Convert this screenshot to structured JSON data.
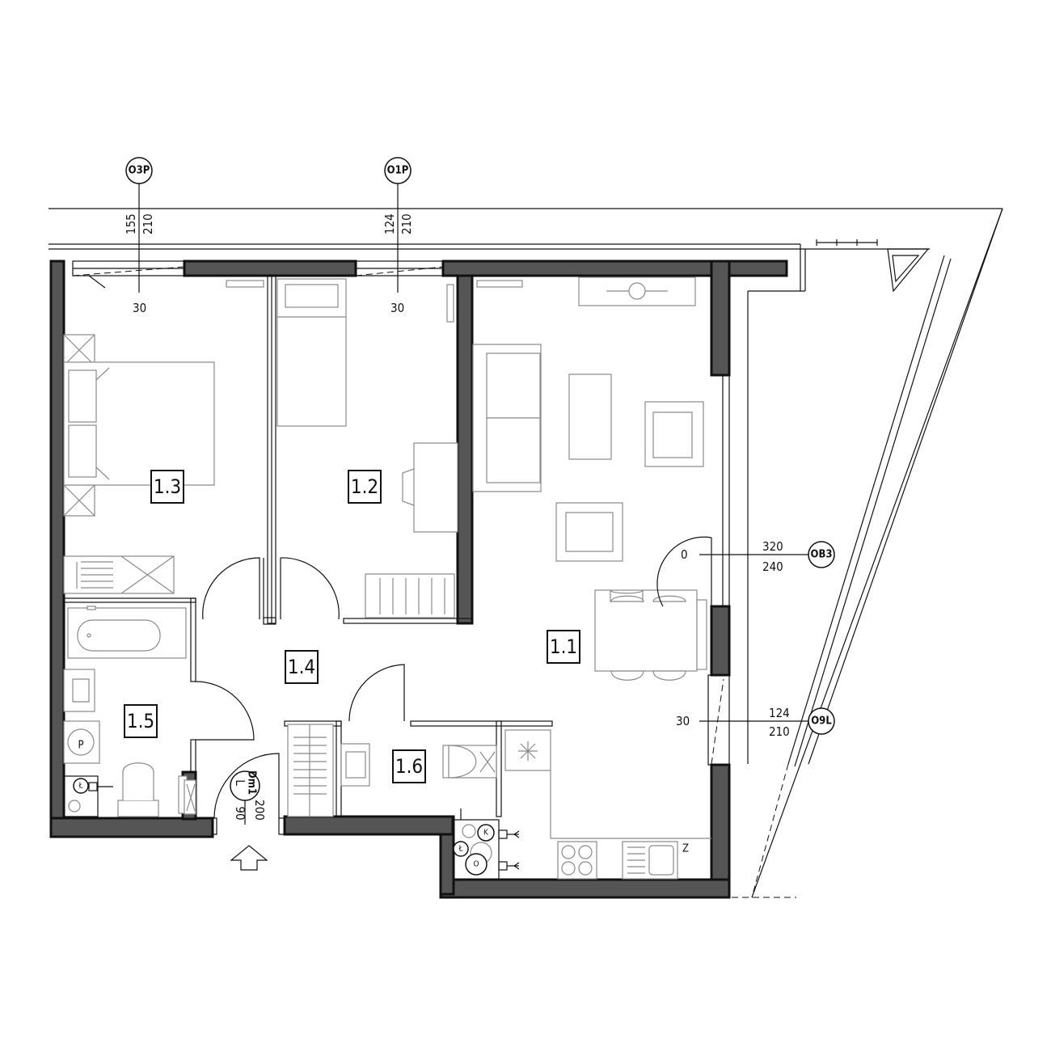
{
  "rooms": [
    {
      "id": "r11",
      "label": "1.1"
    },
    {
      "id": "r12",
      "label": "1.2"
    },
    {
      "id": "r13",
      "label": "1.3"
    },
    {
      "id": "r14",
      "label": "1.4"
    },
    {
      "id": "r15",
      "label": "1.5"
    },
    {
      "id": "r16",
      "label": "1.6"
    }
  ],
  "windows": [
    {
      "tag": "O3P",
      "dim_top": "155",
      "dim_bottom": "210",
      "sill": "30"
    },
    {
      "tag": "O1P",
      "dim_top": "124",
      "dim_bottom": "210",
      "sill": "30"
    },
    {
      "tag": "OB3",
      "dim_top": "320",
      "dim_bottom": "240",
      "sill": "0"
    },
    {
      "tag": "O9L",
      "dim_top": "124",
      "dim_bottom": "210",
      "sill": "30"
    }
  ],
  "entrance_door": {
    "tag": "Dm1",
    "side": "L",
    "width": "90",
    "height": "200"
  },
  "fixtures": {
    "washer_letter": "P",
    "bath_meter_letter": "Ł",
    "kitchen_meter_top_letter": "K",
    "kitchen_meter_mid_letter": "Ł",
    "kitchen_meter_bottom_letter": "O",
    "fridge_letter": "Z"
  }
}
